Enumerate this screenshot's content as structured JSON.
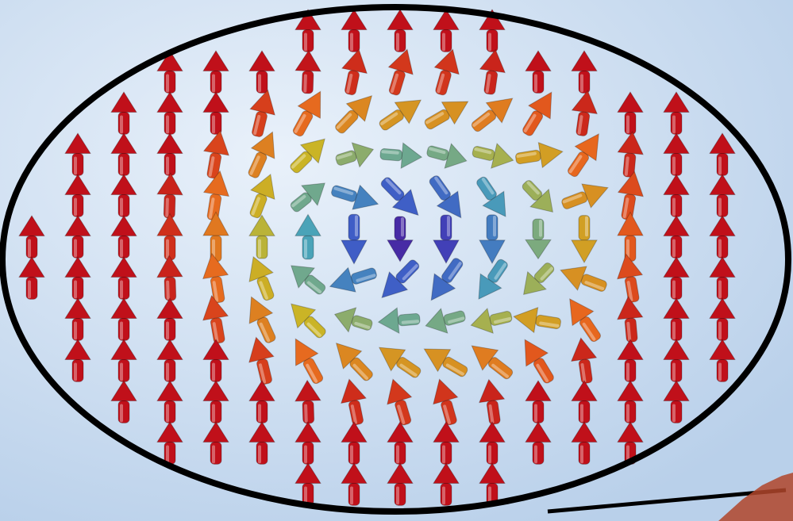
{
  "scene": {
    "subject": "magnetic-skyrmion-vector-field",
    "background_color": "#c9dcef",
    "outline_color": "#000000",
    "colormap": [
      "#c0101a",
      "#e8651e",
      "#c9b526",
      "#4aa3b8",
      "#3d53c8",
      "#4a1e9a"
    ],
    "icons": [
      "arrow-icon",
      "outline-ellipse",
      "zoom-pointer-line",
      "distant-texture"
    ]
  }
}
